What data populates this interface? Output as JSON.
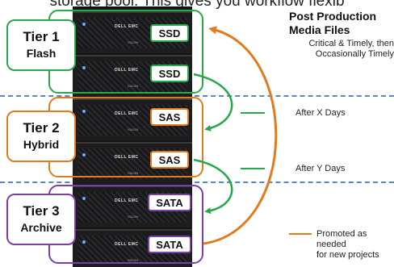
{
  "caption": "storage pool. This gives you workflow flexib",
  "colors": {
    "tier1": "#27a84a",
    "tier2": "#e07b1e",
    "tier3": "#7b3fa8",
    "divider": "#5b86c6",
    "promote_arrow": "#e07b1e",
    "move_arrow": "#27a84a"
  },
  "tiers": [
    {
      "name": "Tier 1",
      "type": "Flash",
      "disks": [
        "SSD",
        "SSD"
      ]
    },
    {
      "name": "Tier 2",
      "type": "Hybrid",
      "disks": [
        "SAS",
        "SAS"
      ]
    },
    {
      "name": "Tier 3",
      "type": "Archive",
      "disks": [
        "SATA",
        "SATA"
      ]
    }
  ],
  "server": {
    "brand": "DELL EMC",
    "model": "ISILON"
  },
  "media": {
    "title_line1": "Post Production",
    "title_line2": "Media Files",
    "sub_line1": "Critical & Timely, then",
    "sub_line2": "Occasionally Timely"
  },
  "notes": {
    "after_x": "After X Days",
    "after_y": "After Y Days",
    "promoted_line1": "Promoted as needed",
    "promoted_line2": "for new projects"
  }
}
